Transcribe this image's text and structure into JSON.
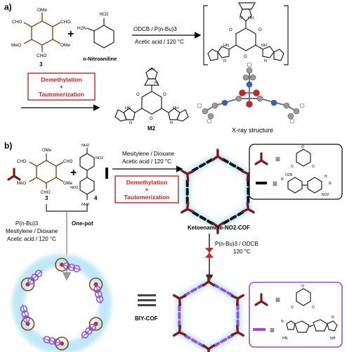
{
  "panel_a": {
    "label": "a)",
    "reactant_1": {
      "number": "3",
      "substituents": [
        "OMe",
        "CHO",
        "OMe",
        "CHO",
        "MeO",
        "CHO"
      ]
    },
    "reactant_2": {
      "name": "o-Nitroaniline",
      "groups": [
        "NO2",
        "H2N"
      ]
    },
    "plus": "+",
    "conditions_top": "ODCB / P(n-Bu)3",
    "conditions_bottom": "Acetic acid / 120 °C",
    "intermediate_labels": [
      "N",
      "HN",
      "NH",
      "N",
      "HN",
      "N",
      "O",
      "O",
      "O"
    ],
    "demethylation_box": {
      "line1": "Demethylation",
      "line2": "+",
      "line3": "Tautomerization"
    },
    "product_label": "M2",
    "product_atoms": [
      "HN",
      "N",
      "O",
      "O",
      "O",
      "HN",
      "N",
      "NH",
      "N"
    ],
    "xray_label": "X-ray structure"
  },
  "panel_b": {
    "label": "b)",
    "monomer_3": "3",
    "monomer_4": "4",
    "plus": "+",
    "monomer_3_substituents": [
      "OMe",
      "CHO",
      "OMe",
      "CHO",
      "MeO",
      "CHO"
    ],
    "monomer_4_groups": [
      "NH2",
      "NO2",
      "NO2",
      "NH2"
    ],
    "conditions_line1": "Mesitylene / Dioxane",
    "conditions_line2": "Acetic acid / 120 °C",
    "demethylation_box": {
      "line1": "Demethylation",
      "line2": "+",
      "line3": "Tautomerization"
    },
    "cof1_label": "Ketoenamine-NO2-COF",
    "one_pot": {
      "line1": "P(n-Bu)3",
      "line2": "Mesitylene / Dioxane",
      "line3": "Acetic acid / 120 °C",
      "label": "One-pot"
    },
    "conversion": {
      "line1": "P(n-Bu)3 / ODCB",
      "line2": "120 °C"
    },
    "biy_label": "BIY-COF",
    "legend1_atoms": [
      "O",
      "O",
      "O",
      "N",
      "O2N",
      "NO2",
      "N",
      "N"
    ],
    "legend2_atoms": [
      "O",
      "O",
      "O",
      "N",
      "HN",
      "N",
      "NH"
    ],
    "equiv": "≡"
  },
  "colors": {
    "red_box": "#d42020",
    "tripod": "#7d1b1b",
    "linker_black": "#111111",
    "linker_purple": "#9a4fd6",
    "legend2_border": "#9a4fd6",
    "glow": "#bfe8f7",
    "molecule": "#8a4a0e"
  }
}
